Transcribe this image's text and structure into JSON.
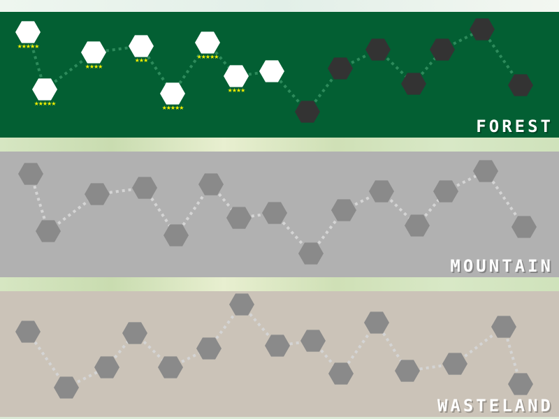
{
  "colors": {
    "forest_bg": "#035f33",
    "mountain_bg": "#b1b1b1",
    "wasteland_bg": "#cbc3b8",
    "node_completed": "#ffffff",
    "node_unlocked": "#333333",
    "node_locked": "#8a8a8a",
    "path_forest": "#2d8a5b",
    "path_locked": "#d4d4d4",
    "star": "#f4f000"
  },
  "regions": [
    {
      "id": "forest",
      "label": "FOREST",
      "state": "active",
      "levels": [
        {
          "state": "completed",
          "stars": "★★★★★"
        },
        {
          "state": "completed",
          "stars": "★★★★★"
        },
        {
          "state": "completed",
          "stars": "★★★★"
        },
        {
          "state": "completed",
          "stars": "★★★"
        },
        {
          "state": "completed",
          "stars": "★★★★★"
        },
        {
          "state": "completed",
          "stars": "★★★★★"
        },
        {
          "state": "completed",
          "stars": "★★★★"
        },
        {
          "state": "completed",
          "stars": ""
        },
        {
          "state": "unlocked",
          "stars": ""
        },
        {
          "state": "unlocked",
          "stars": ""
        },
        {
          "state": "unlocked",
          "stars": ""
        },
        {
          "state": "unlocked",
          "stars": ""
        },
        {
          "state": "unlocked",
          "stars": ""
        },
        {
          "state": "unlocked",
          "stars": ""
        },
        {
          "state": "unlocked",
          "stars": ""
        }
      ]
    },
    {
      "id": "mountain",
      "label": "MOUNTAIN",
      "state": "locked",
      "levels": [
        {
          "state": "locked"
        },
        {
          "state": "locked"
        },
        {
          "state": "locked"
        },
        {
          "state": "locked"
        },
        {
          "state": "locked"
        },
        {
          "state": "locked"
        },
        {
          "state": "locked"
        },
        {
          "state": "locked"
        },
        {
          "state": "locked"
        },
        {
          "state": "locked"
        },
        {
          "state": "locked"
        },
        {
          "state": "locked"
        },
        {
          "state": "locked"
        },
        {
          "state": "locked"
        },
        {
          "state": "locked"
        }
      ]
    },
    {
      "id": "wasteland",
      "label": "WASTELAND",
      "state": "locked",
      "levels": [
        {
          "state": "locked"
        },
        {
          "state": "locked"
        },
        {
          "state": "locked"
        },
        {
          "state": "locked"
        },
        {
          "state": "locked"
        },
        {
          "state": "locked"
        },
        {
          "state": "locked"
        },
        {
          "state": "locked"
        },
        {
          "state": "locked"
        },
        {
          "state": "locked"
        },
        {
          "state": "locked"
        },
        {
          "state": "locked"
        },
        {
          "state": "locked"
        },
        {
          "state": "locked"
        },
        {
          "state": "locked"
        }
      ]
    }
  ]
}
